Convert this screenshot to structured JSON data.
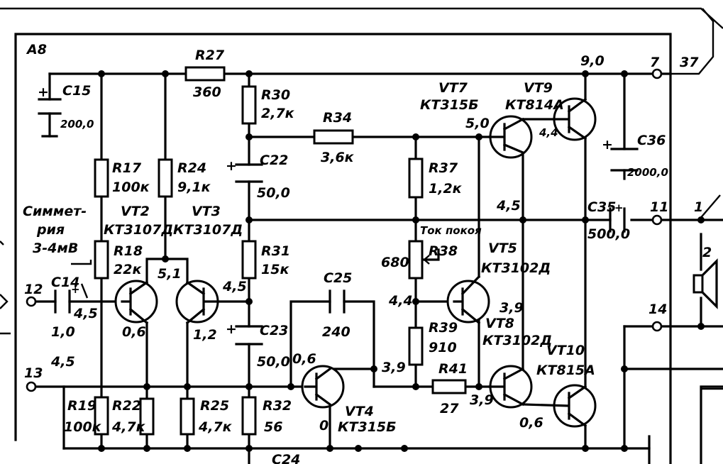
{
  "board": "A8",
  "components": {
    "R27": {
      "ref": "R27",
      "value": "360"
    },
    "R30": {
      "ref": "R30",
      "value": "2,7к"
    },
    "R34": {
      "ref": "R34",
      "value": "3,6к"
    },
    "R17": {
      "ref": "R17",
      "value": "100к"
    },
    "R24": {
      "ref": "R24",
      "value": "9,1к"
    },
    "R37": {
      "ref": "R37",
      "value": "1,2к"
    },
    "R18": {
      "ref": "R18",
      "value": "22к"
    },
    "R31": {
      "ref": "R31",
      "value": "15к"
    },
    "R38": {
      "ref": "R38",
      "value": "680"
    },
    "R39": {
      "ref": "R39",
      "value": "910"
    },
    "R41": {
      "ref": "R41",
      "value": "27"
    },
    "R19": {
      "ref": "R19",
      "value": "100к"
    },
    "R22": {
      "ref": "R22",
      "value": "4,7к"
    },
    "R25": {
      "ref": "R25",
      "value": "4,7к"
    },
    "R32": {
      "ref": "R32",
      "value": "56"
    },
    "C15": {
      "ref": "C15",
      "value": "200,0"
    },
    "C22": {
      "ref": "C22",
      "value": "50,0"
    },
    "C23": {
      "ref": "C23",
      "value": "50,0"
    },
    "C14": {
      "ref": "C14",
      "value": "1,0"
    },
    "C25": {
      "ref": "C25",
      "value": "240"
    },
    "C36": {
      "ref": "C36",
      "value": "2000,0"
    },
    "C35": {
      "ref": "C35",
      "value": "500,0"
    },
    "C24": {
      "ref": "C24"
    },
    "VT2": {
      "ref": "VT2",
      "type": "КТ3107Д"
    },
    "VT3": {
      "ref": "VT3",
      "type": "КТ3107Д"
    },
    "VT4": {
      "ref": "VT4",
      "type": "КТ315Б"
    },
    "VT5": {
      "ref": "VT5",
      "type": "КТ3102Д"
    },
    "VT7": {
      "ref": "VT7",
      "type": "КТ315Б"
    },
    "VT8": {
      "ref": "VT8",
      "type": "КТ3102Д"
    },
    "VT9": {
      "ref": "VT9",
      "type": "КТ814А"
    },
    "VT10": {
      "ref": "VT10",
      "type": "КТ815А"
    }
  },
  "voltages": {
    "supply": "9,0",
    "vt7_base": "5,0",
    "vt9_base": "4,4",
    "output_mid": "4,5",
    "vt2_vt3": "5,1",
    "vt3_base": "4,5",
    "c14_node": "4,5",
    "vt2_emitter": "0,6",
    "vt3_emitter": "1,2",
    "pin13_level": "4,5",
    "vt4_base": "0,6",
    "vt4_collector": "3,9",
    "vt4_emitter": "0",
    "vt5_base": "4,4",
    "vt5_emitter": "3,9",
    "r41_right": "3,9",
    "vt10_base": "0,6"
  },
  "pins": {
    "p12": "12",
    "p13": "13",
    "p7": "7",
    "p37": "37",
    "p11": "11",
    "p14": "14",
    "p1": "1",
    "p2": "2"
  },
  "annotations": {
    "symmetry_line1": "Симмет-",
    "symmetry_line2": "рия",
    "symmetry_line3": "3-4мВ",
    "idle_current": "Ток покоя"
  }
}
